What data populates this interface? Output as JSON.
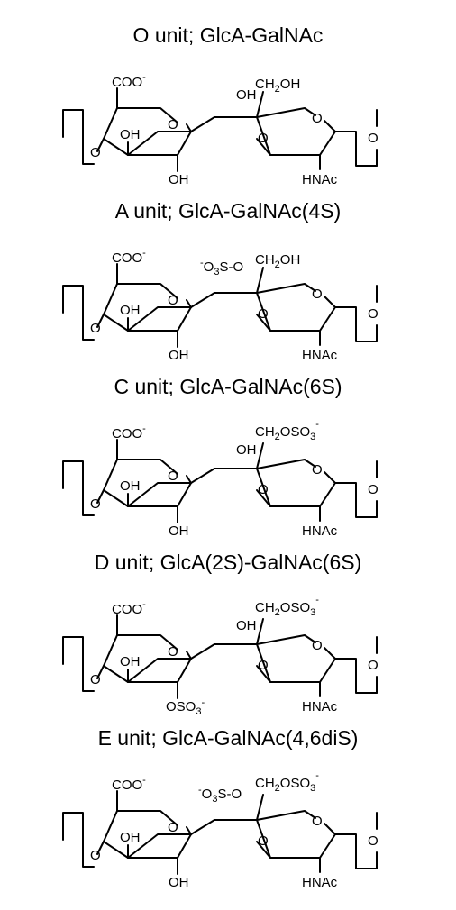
{
  "labels": {
    "carboxylate": "COO",
    "minus": "-",
    "hydroxyl": "OH",
    "ring_oxygen": "O",
    "glycosidic_oxygen": "O",
    "hydroxymethyl": "CH",
    "sub2": "2",
    "sub3": "3",
    "oh_group": "OH",
    "acetamido": "HNAc",
    "sulfate_2": "OSO",
    "sulfate_6": "OSO",
    "sulfate_4_prefix": "-O",
    "sulfate_4_mid": "S-O",
    "ch2oh_tail": "OH",
    "link_oxygen": "O"
  },
  "units": [
    {
      "title": "O unit; GlcA-GalNAc",
      "variant": "O"
    },
    {
      "title": "A unit; GlcA-GalNAc(4S)",
      "variant": "A"
    },
    {
      "title": "C unit; GlcA-GalNAc(6S)",
      "variant": "C"
    },
    {
      "title": "D unit; GlcA(2S)-GalNAc(6S)",
      "variant": "D"
    },
    {
      "title": "E unit; GlcA-GalNAc(4,6diS)",
      "variant": "E"
    }
  ]
}
